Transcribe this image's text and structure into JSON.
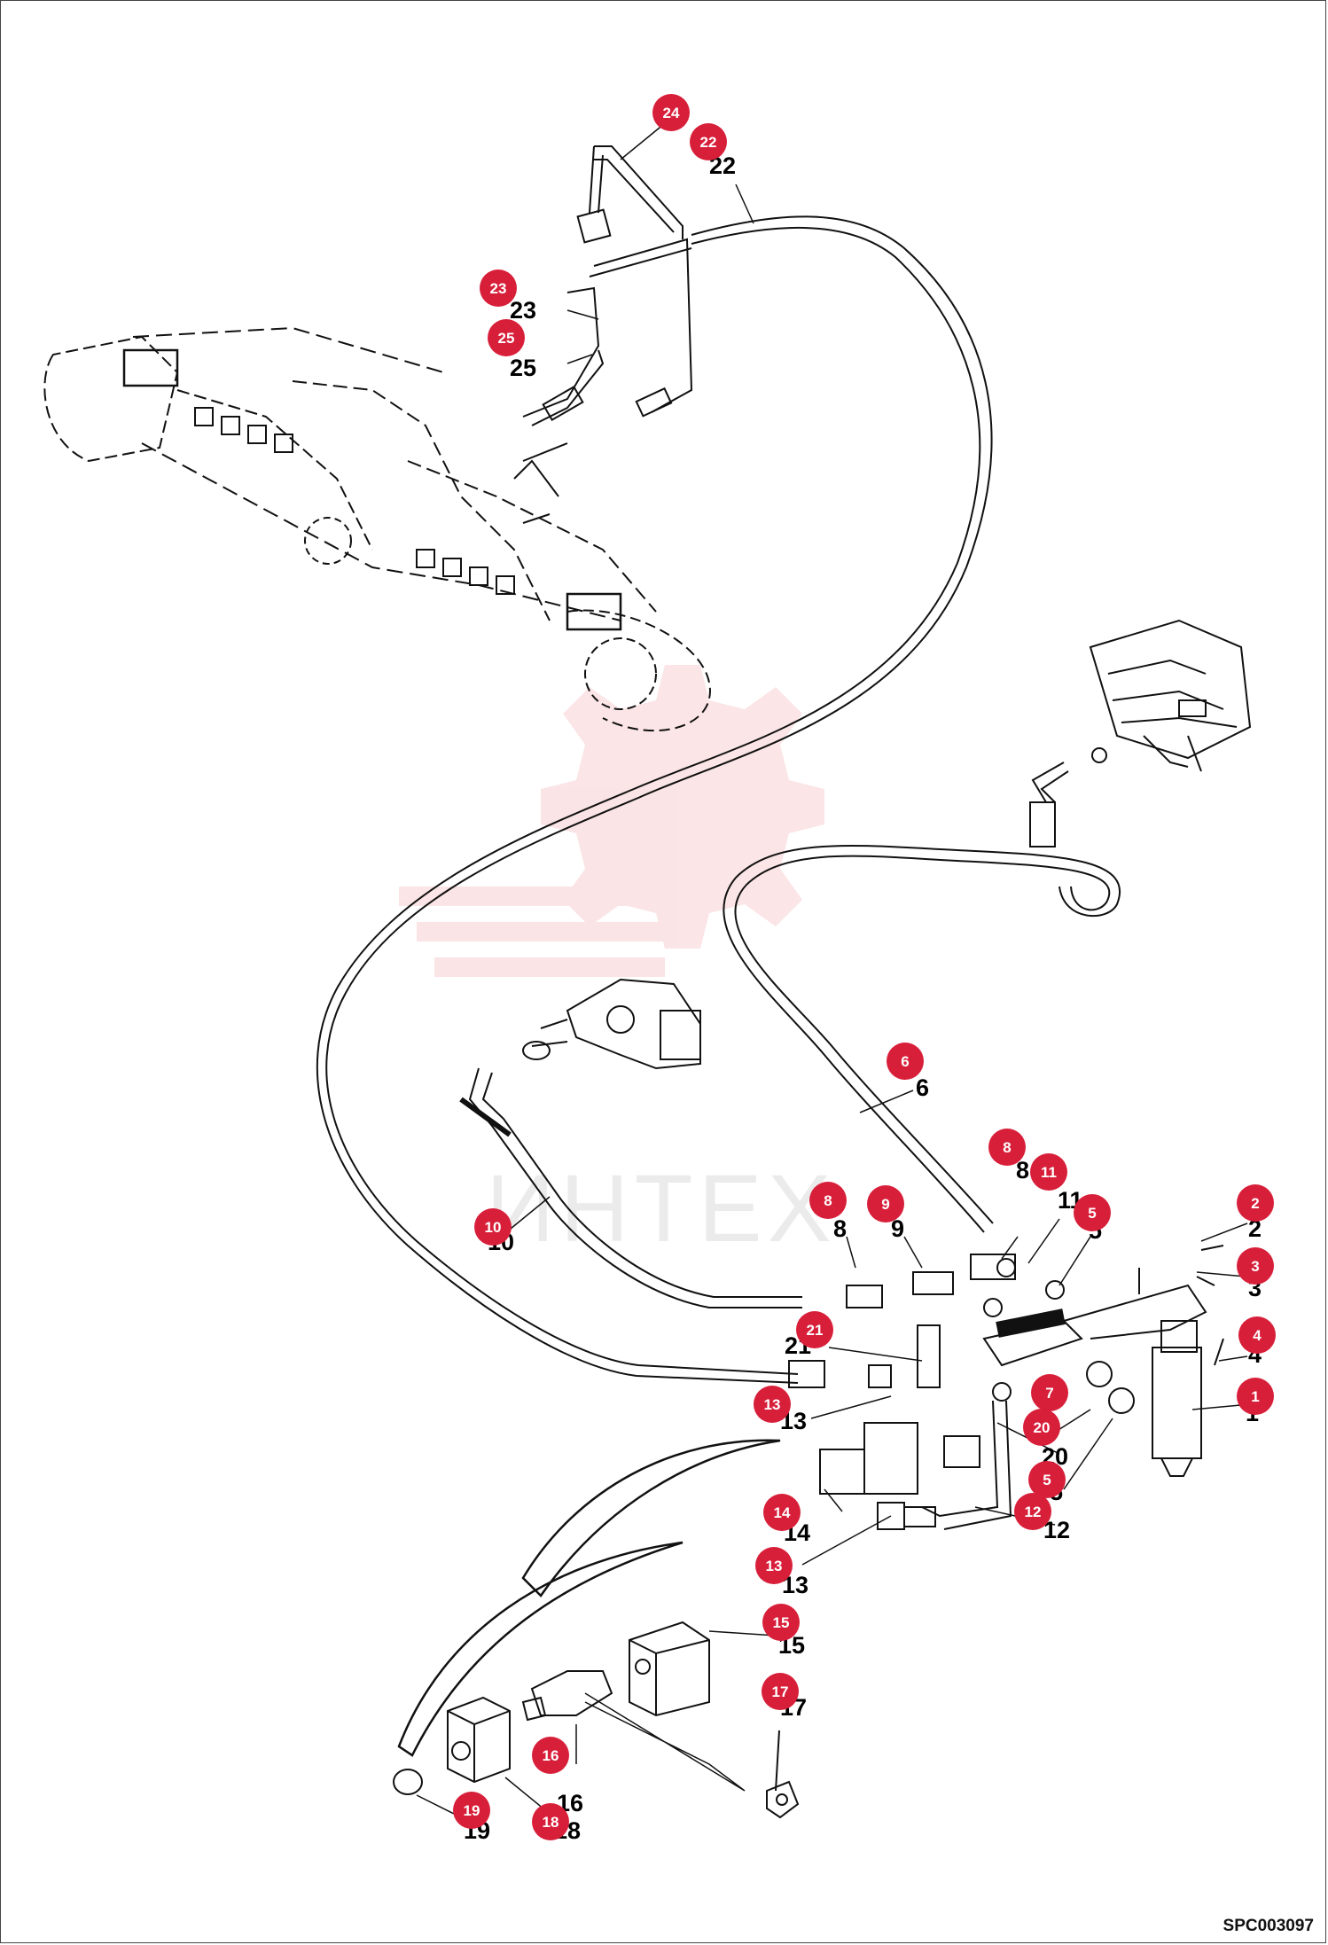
{
  "document_code": "SPC003097",
  "watermark_text": "ИНТЕХ",
  "accent_color": "#d81f3a",
  "callouts": [
    {
      "id": "c24",
      "number": "24"
    },
    {
      "id": "c22",
      "number": "22"
    },
    {
      "id": "c23",
      "number": "23"
    },
    {
      "id": "c25",
      "number": "25"
    },
    {
      "id": "c6",
      "number": "6"
    },
    {
      "id": "c8a",
      "number": "8"
    },
    {
      "id": "c11",
      "number": "11"
    },
    {
      "id": "c5a",
      "number": "5"
    },
    {
      "id": "c2",
      "number": "2"
    },
    {
      "id": "c3",
      "number": "3"
    },
    {
      "id": "c4",
      "number": "4"
    },
    {
      "id": "c1",
      "number": "1"
    },
    {
      "id": "c10",
      "number": "10"
    },
    {
      "id": "c8b",
      "number": "8"
    },
    {
      "id": "c9",
      "number": "9"
    },
    {
      "id": "c21",
      "number": "21"
    },
    {
      "id": "c13a",
      "number": "13"
    },
    {
      "id": "c7",
      "number": "7"
    },
    {
      "id": "c20",
      "number": "20"
    },
    {
      "id": "c5b",
      "number": "5"
    },
    {
      "id": "c12",
      "number": "12"
    },
    {
      "id": "c14",
      "number": "14"
    },
    {
      "id": "c13b",
      "number": "13"
    },
    {
      "id": "c15",
      "number": "15"
    },
    {
      "id": "c17",
      "number": "17"
    },
    {
      "id": "c16",
      "number": "16"
    },
    {
      "id": "c19",
      "number": "19"
    },
    {
      "id": "c18",
      "number": "18"
    }
  ],
  "plain_labels": [
    {
      "id": "l22",
      "text": "22"
    },
    {
      "id": "l23",
      "text": "23"
    },
    {
      "id": "l25",
      "text": "25"
    },
    {
      "id": "l6",
      "text": "6"
    },
    {
      "id": "l8a",
      "text": "8"
    },
    {
      "id": "l11",
      "text": "11"
    },
    {
      "id": "l5a",
      "text": "5"
    },
    {
      "id": "l2",
      "text": "2"
    },
    {
      "id": "l3",
      "text": "3"
    },
    {
      "id": "l4",
      "text": "4"
    },
    {
      "id": "l1",
      "text": "1"
    },
    {
      "id": "l10",
      "text": "10"
    },
    {
      "id": "l8b",
      "text": "8"
    },
    {
      "id": "l9",
      "text": "9"
    },
    {
      "id": "l21",
      "text": "21"
    },
    {
      "id": "l13a",
      "text": "13"
    },
    {
      "id": "l7",
      "text": "7"
    },
    {
      "id": "l20",
      "text": "20"
    },
    {
      "id": "l5b",
      "text": "5"
    },
    {
      "id": "l12",
      "text": "12"
    },
    {
      "id": "l14",
      "text": "14"
    },
    {
      "id": "l13b",
      "text": "13"
    },
    {
      "id": "l15",
      "text": "15"
    },
    {
      "id": "l17",
      "text": "17"
    },
    {
      "id": "l16",
      "text": "16"
    },
    {
      "id": "l19",
      "text": "19"
    },
    {
      "id": "l18",
      "text": "18"
    }
  ]
}
